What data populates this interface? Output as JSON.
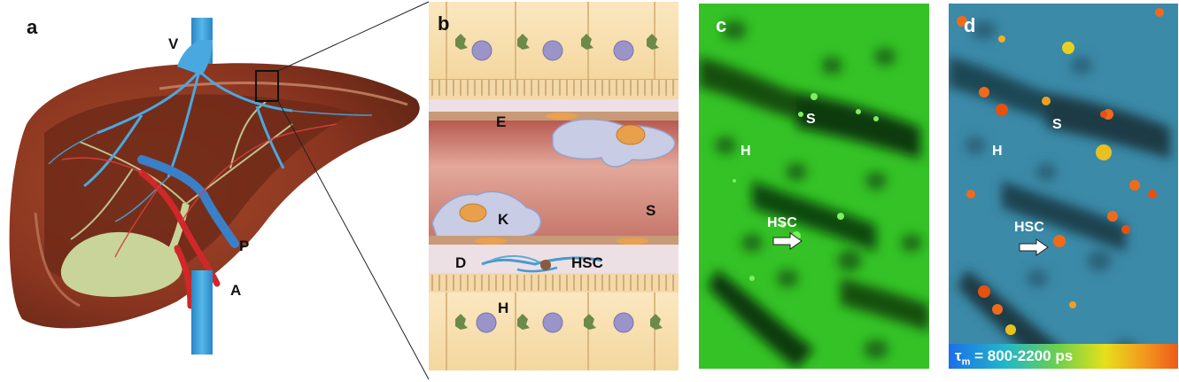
{
  "panels": {
    "a": {
      "letter": "a",
      "labels": {
        "V": "V",
        "P": "P",
        "A": "A"
      }
    },
    "b": {
      "letter": "b",
      "labels": {
        "E": "E",
        "S": "S",
        "K": "K",
        "D": "D",
        "HSC": "HSC",
        "H": "H"
      }
    },
    "c": {
      "letter": "c",
      "labels": {
        "S": "S",
        "H": "H",
        "HSC": "HSC"
      }
    },
    "d": {
      "letter": "d",
      "labels": {
        "S": "S",
        "H": "H",
        "HSC": "HSC"
      },
      "colorbar": {
        "symbol": "τ",
        "subscript": "m",
        "text": " = 800-2200 ps"
      }
    }
  },
  "colors": {
    "liver": "#8e3a22",
    "vein_blue": "#3aa0d8",
    "artery_red": "#d0282a",
    "bile_green": "#c8d49a",
    "micro_green": "#2ec21e",
    "flim_blue": "#3b86a8",
    "flim_orange": "#f06a1c"
  }
}
